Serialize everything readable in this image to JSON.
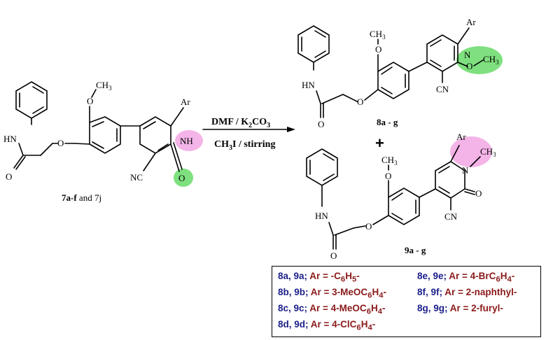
{
  "starting_material": {
    "label_bold": "7a-f",
    "label_rest": " and 7j",
    "atoms": {
      "ar": "Ar",
      "nh": "NH",
      "o": "O",
      "cn": "NC",
      "ome_o": "O",
      "ome_c": "CH3",
      "hn": "HN",
      "amide_o": "O",
      "ether_o": "O"
    }
  },
  "reaction": {
    "reagent1_a": "DMF / K",
    "reagent1_sub": "2",
    "reagent1_b": "CO",
    "reagent1_sub2": "3",
    "reagent2_a": "CH",
    "reagent2_sub": "3",
    "reagent2_b": "I / stirring"
  },
  "product_8": {
    "label": "8a - g",
    "atoms": {
      "ar": "Ar",
      "n": "N",
      "o_me": "O",
      "ch3": "CH3",
      "cn": "CN",
      "ome_o": "O",
      "ome_c": "CH3",
      "hn": "HN",
      "amide_o": "O",
      "ether_o": "O"
    }
  },
  "plus": "+",
  "product_9": {
    "label": "9a - g",
    "atoms": {
      "ar": "Ar",
      "n": "N",
      "ch3": "CH3",
      "o": "O",
      "cn": "CN",
      "ome_o": "O",
      "ome_c": "CH3",
      "hn": "HN",
      "amide_o": "O",
      "ether_o": "O"
    }
  },
  "highlight_colors": {
    "pink": "#f4b4e8",
    "green": "#7ee07e"
  },
  "legend": [
    {
      "label": "8a, 9a;",
      "ar_a": "Ar = -C",
      "sub1": "6",
      "ar_b": "H",
      "sub2": "5",
      "ar_c": "-"
    },
    {
      "label": "8b, 9b;",
      "ar_a": "Ar = 3-MeOC",
      "sub1": "6",
      "ar_b": "H",
      "sub2": "4",
      "ar_c": "-"
    },
    {
      "label": "8c, 9c;",
      "ar_a": "Ar = 4-MeOC",
      "sub1": "6",
      "ar_b": "H",
      "sub2": "4",
      "ar_c": "-"
    },
    {
      "label": "8d, 9d;",
      "ar_a": "Ar = 4-ClC",
      "sub1": "6",
      "ar_b": "H",
      "sub2": "4",
      "ar_c": "-"
    },
    {
      "label": "8e, 9e;",
      "ar_a": "Ar = 4-BrC",
      "sub1": "6",
      "ar_b": "H",
      "sub2": "4",
      "ar_c": "-"
    },
    {
      "label": "8f, 9f;",
      "ar_a": "Ar = 2-naphthyl-",
      "sub1": "",
      "ar_b": "",
      "sub2": "",
      "ar_c": ""
    },
    {
      "label": "8g, 9g;",
      "ar_a": "Ar = 2-furyl-",
      "sub1": "",
      "ar_b": "",
      "sub2": "",
      "ar_c": ""
    }
  ]
}
